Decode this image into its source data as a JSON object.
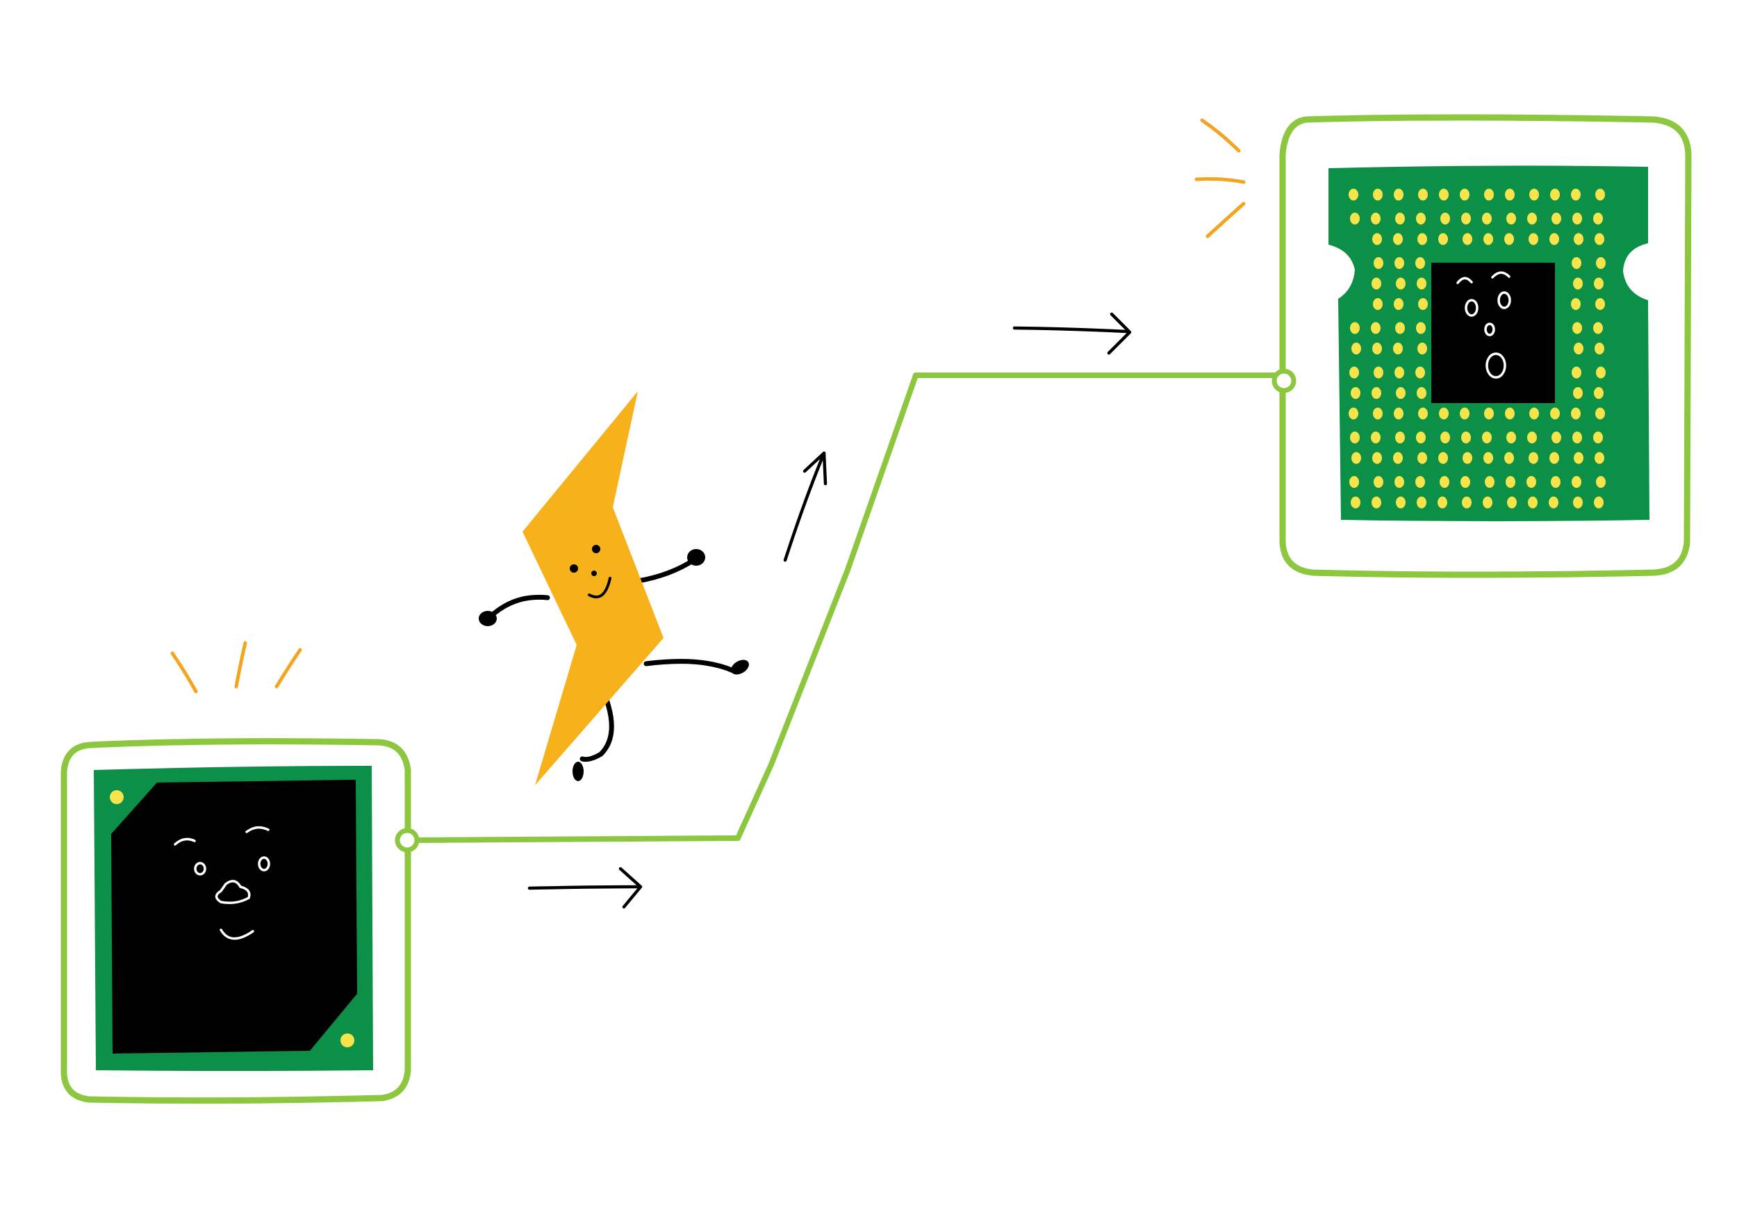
{
  "illustration": {
    "colors": {
      "background": "#ffffff",
      "trace": "#8dc63f",
      "board": "#0c8f46",
      "chip": "#000000",
      "pad": "#f7e34a",
      "bolt": "#f7b21b",
      "accent": "#f3a51f",
      "ink": "#000000",
      "face": "#ffffff"
    },
    "elements": {
      "source_chip": {
        "face": "smiling",
        "icon": "smiling-chip-icon"
      },
      "bolt": {
        "face": "smiling",
        "icon": "running-lightning-bolt-icon"
      },
      "target_chip": {
        "face": "surprised",
        "icon": "surprised-chip-icon",
        "pad_count": 140
      },
      "direction_arrows": {
        "count": 3,
        "icon": "arrow-icon"
      },
      "sparkle_marks": {
        "icon": "sparkle-lines-icon"
      }
    }
  }
}
